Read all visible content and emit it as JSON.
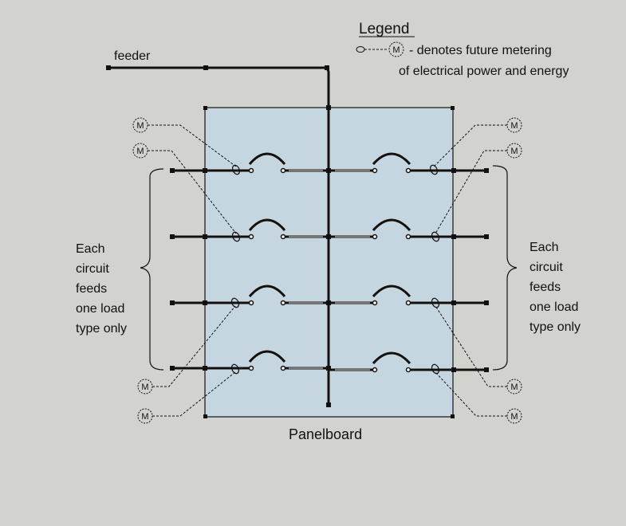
{
  "legend": {
    "title": "Legend",
    "line1": "- denotes future metering",
    "line2": "of electrical power and energy",
    "meter_letter": "M"
  },
  "feeder_label": "feeder",
  "panel_label": "Panelboard",
  "left_note": [
    "Each",
    "circuit",
    "feeds",
    "one load",
    "type only"
  ],
  "right_note": [
    "Each",
    "circuit",
    "feeds",
    "one load",
    "type only"
  ],
  "meter_letter": "M",
  "colors": {
    "background": "#d2d3cf",
    "panel_fill": "#c6d6e0",
    "line": "#111111"
  }
}
